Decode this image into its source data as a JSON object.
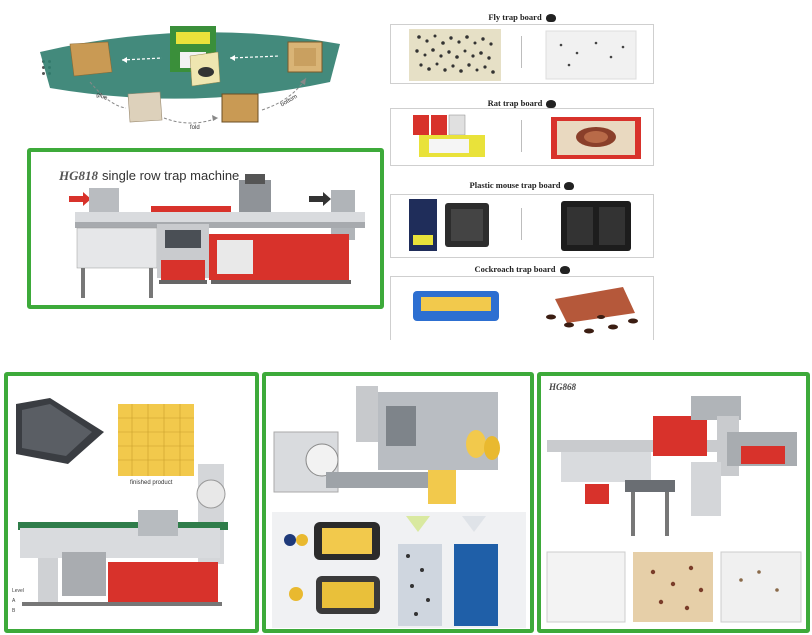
{
  "process": {
    "label_glue": "glue",
    "label_fold": "fold",
    "label_bottom": "bottom"
  },
  "machine_panel": {
    "model": "HG818",
    "title": "single row trap machine"
  },
  "catalog": [
    {
      "title": "Fly trap board"
    },
    {
      "title": "Rat trap board"
    },
    {
      "title": "Plastic mouse trap board"
    },
    {
      "title": "Cockroach trap board"
    }
  ],
  "panel_a": {
    "finished_label": "finished product",
    "side_list": [
      "Level",
      "A",
      "B"
    ]
  },
  "panel_c": {
    "model": "HG868"
  },
  "colors": {
    "frame_green": "#3daa3a",
    "machine_red": "#d8322b",
    "machine_grey": "#c9cbce",
    "teal": "#2f7d6e",
    "kraft": "#c99a54"
  }
}
